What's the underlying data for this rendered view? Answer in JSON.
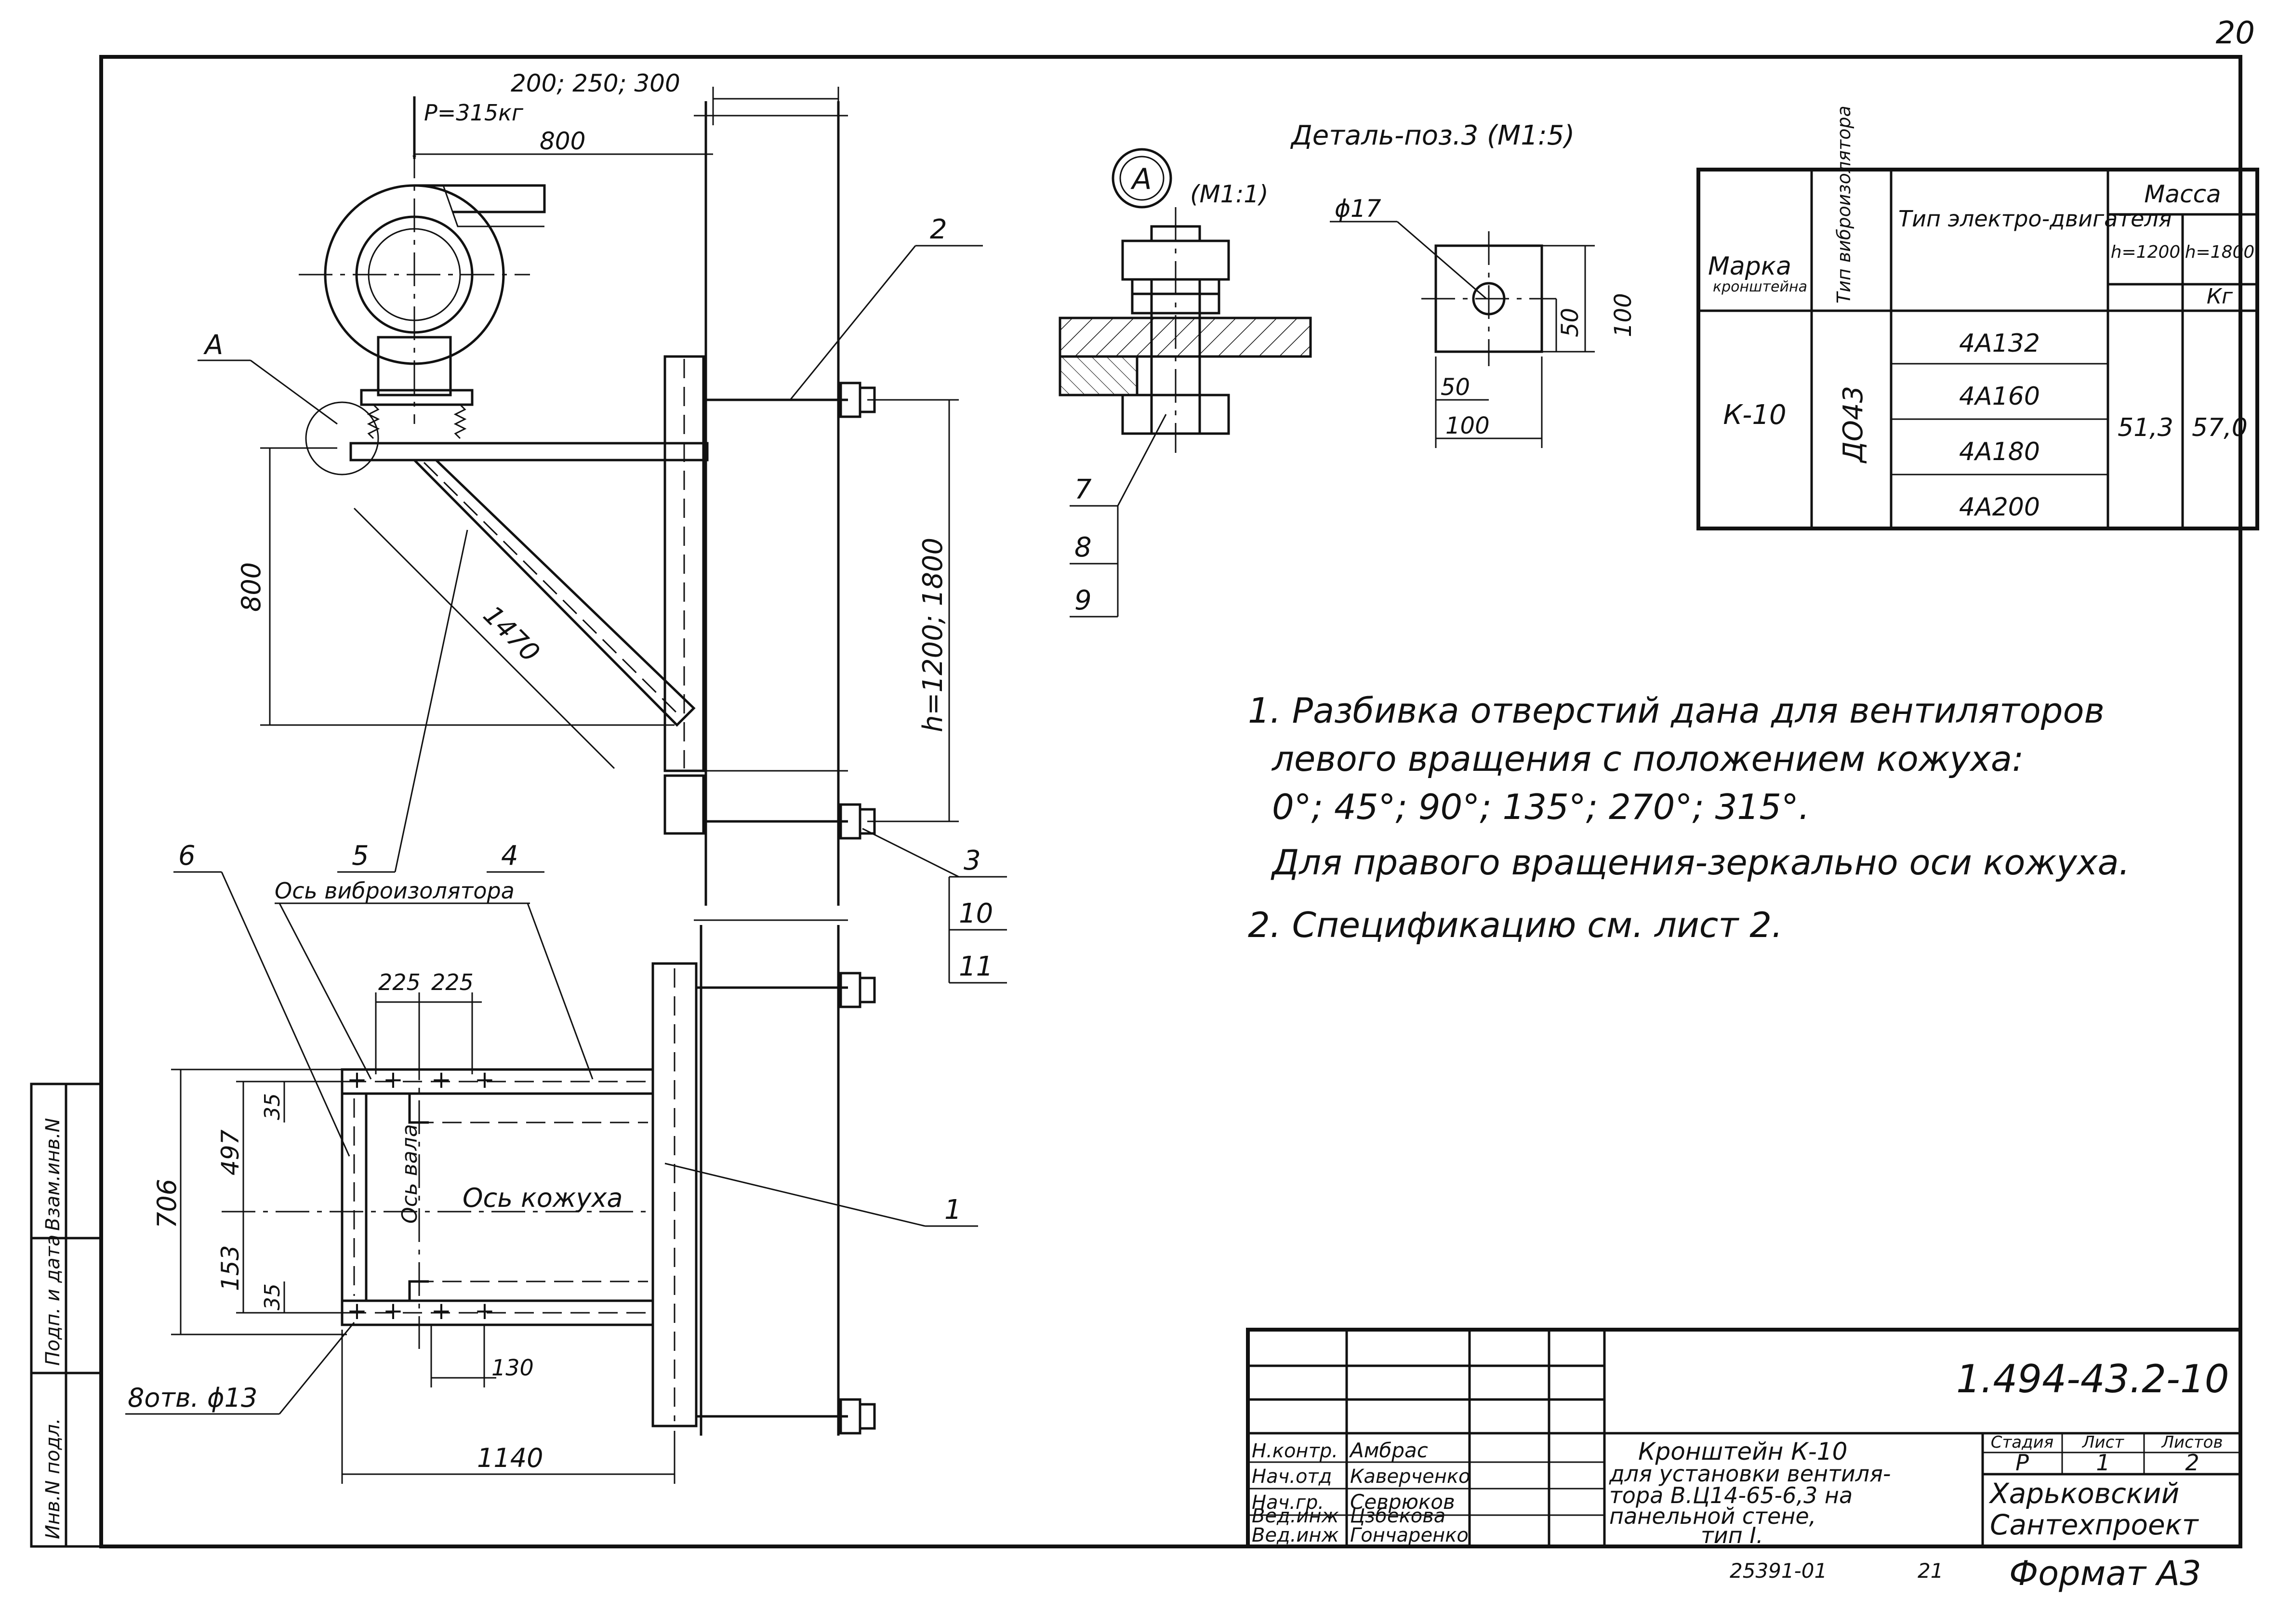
{
  "sheet_number": "20",
  "detail_title": "Деталь-поз.3 (М1:5)",
  "view_a": {
    "label": "А",
    "scale": "(М1:1)"
  },
  "detail": {
    "hole": "ϕ17",
    "d50a": "50",
    "d100a": "100",
    "d50b": "50",
    "d100b": "100"
  },
  "elevation": {
    "dim_top": "200; 250; 300",
    "load": "P=315кг",
    "dim_800h": "800",
    "dim_800v": "800",
    "dim_1470": "1470",
    "dim_h": "h=1200; 1800",
    "label_a": "А"
  },
  "plan": {
    "axis_vibro": "Ось виброизолятора",
    "axis_shaft": "Ось вала",
    "axis_casing": "Ось кожуха",
    "dim_225a": "225",
    "dim_225b": "225",
    "dim_706": "706",
    "dim_497": "497",
    "dim_35a": "35",
    "dim_153": "153",
    "dim_35b": "35",
    "dim_130": "130",
    "dim_1140": "1140",
    "holes": "8отв. ϕ13"
  },
  "positions": [
    "1",
    "2",
    "3",
    "4",
    "5",
    "6",
    "7",
    "8",
    "9",
    "10",
    "11"
  ],
  "table": {
    "h_marka": "Марка",
    "h_marka_sub": "кронштейна",
    "h_vibro": "Тип виброизолятора",
    "h_motor": "Тип электро-двигателя",
    "h_mass": "Масса",
    "h_h1200": "h=1200",
    "h_h1800": "h=1800",
    "h_unit": "Кг",
    "marka": "К-10",
    "vibro": "ДО43",
    "motors": [
      "4А132",
      "4А160",
      "4А180",
      "4А200"
    ],
    "mass_1200": "51,3",
    "mass_1800": "57,0"
  },
  "notes": [
    "1. Разбивка отверстий дана для вентиляторов",
    "левого вращения с положением кожуха:",
    "0°; 45°; 90°; 135°; 270°; 315°.",
    "Для правого вращения-зеркально оси кожуха.",
    "2. Спецификацию см. лист 2."
  ],
  "side_stamp": [
    "Инв.N подл.",
    "Подп. и дата",
    "Взам.инв.N"
  ],
  "title_block": {
    "doc_code": "1.494-43.2-10",
    "roles": [
      "Н.контр.",
      "Нач.отд",
      "Нач.гр.",
      "Вед.инж",
      "Вед.инж"
    ],
    "names": [
      "Амбрас",
      "Каверченко",
      "Севрюков",
      "Цзбекова",
      "Гончаренко"
    ],
    "title_lines": [
      "Кронштейн К-10",
      "для установки вентиля-",
      "тора В.Ц14-65-6,3 на",
      "панельной стене,",
      "тип I."
    ],
    "h_stage": "Стадия",
    "h_sheet": "Лист",
    "h_sheets": "Листов",
    "stage": "Р",
    "sheet": "1",
    "sheets": "2",
    "org": [
      "Харьковский",
      "Сантехпроект"
    ],
    "archive": "25391-01",
    "page": "21",
    "format": "Формат А3"
  }
}
